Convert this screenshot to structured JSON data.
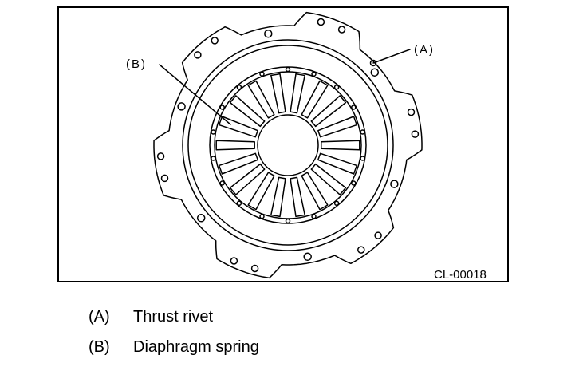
{
  "diagram": {
    "callout_a": "(A)",
    "callout_b": "(B)",
    "figure_code": "CL-00018"
  },
  "legend": [
    {
      "key": "(A)",
      "label": "Thrust rivet"
    },
    {
      "key": "(B)",
      "label": "Diaphragm spring"
    }
  ]
}
